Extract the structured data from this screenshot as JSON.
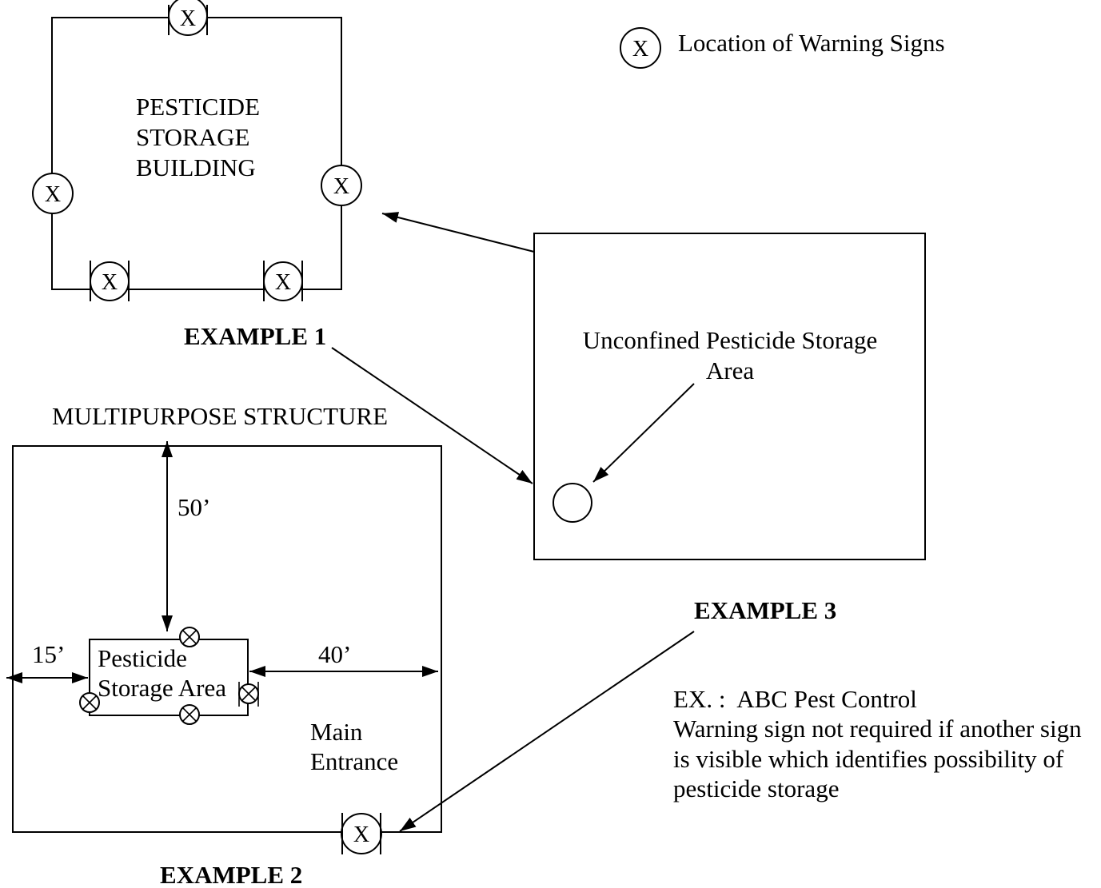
{
  "legend": {
    "symbol": "X",
    "label": "Location of Warning Signs"
  },
  "example1": {
    "building_lines": [
      "PESTICIDE",
      "STORAGE",
      "BUILDING"
    ],
    "sign_symbol": "X",
    "caption": "EXAMPLE 1"
  },
  "example2": {
    "title": "MULTIPURPOSE STRUCTURE",
    "dim_top": "50’",
    "dim_left": "15’",
    "dim_right": "40’",
    "storage_lines": [
      "Pesticide",
      "Storage Area"
    ],
    "entrance_lines": [
      "Main",
      "Entrance"
    ],
    "sign_symbol": "X",
    "caption": "EXAMPLE 2"
  },
  "example3": {
    "area_lines": [
      "Unconfined Pesticide Storage",
      "Area"
    ],
    "caption": "EXAMPLE 3"
  },
  "note": {
    "lines": [
      "EX. :  ABC Pest Control",
      "Warning sign not required if another sign",
      "is visible which identifies possibility of",
      "pesticide storage"
    ]
  }
}
